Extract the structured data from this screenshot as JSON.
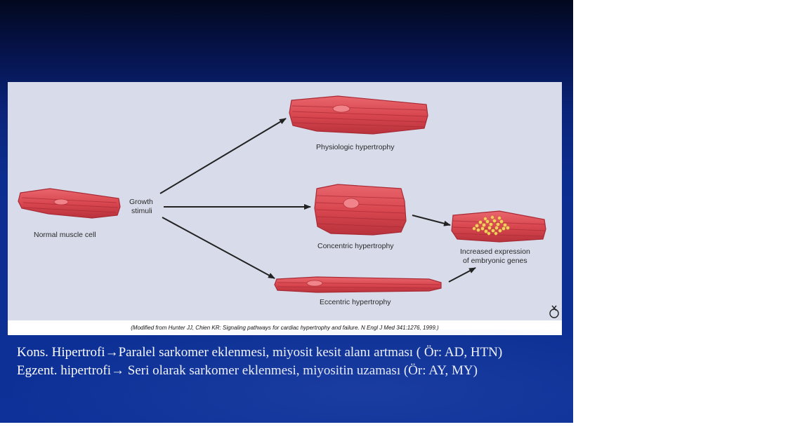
{
  "figure": {
    "labels": {
      "normal": "Normal muscle cell",
      "growth": "Growth",
      "stimuli": "stimuli",
      "physiologic": "Physiologic hypertrophy",
      "concentric": "Concentric hypertrophy",
      "eccentric": "Eccentric hypertrophy",
      "increased_1": "Increased expression",
      "increased_2": "of embryonic genes"
    },
    "citation": "(Modified from Hunter JJ, Chien KR: Signaling pathways for cardiac hypertrophy and failure. N Engl J Med 341:1276, 1999.)",
    "colors": {
      "panel": "#d8dcea",
      "cell_fill": "#d9474f",
      "cell_dark": "#a82a35",
      "cell_light": "#f0848a",
      "arrow": "#222222",
      "embryonic_dots": "#f2d060"
    },
    "logo_icon": "publisher-logo-icon"
  },
  "text": {
    "line1": "Kons. Hipertrofi→Paralel sarkomer eklenmesi, miyosit kesit alanı artması ( Ör: AD, HTN)",
    "line2": "Egzent. hipertrofi→ Seri olarak sarkomer eklenmesi, miyositin uzaması (Ör: AY, MY)"
  }
}
